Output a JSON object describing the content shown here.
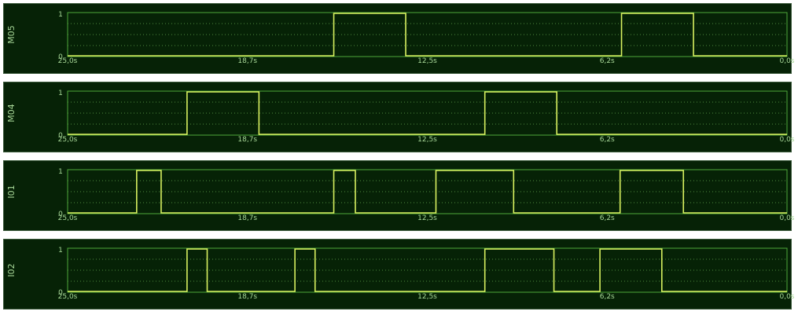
{
  "chart_data": [
    {
      "type": "step",
      "channel": "M05",
      "y_ticks": [
        "1",
        "0"
      ],
      "x_ticks": [
        "25,0s",
        "18,7s",
        "12,5s",
        "6,2s",
        "0,0s"
      ],
      "xlim": [
        25.0,
        0.0
      ],
      "ylim": [
        0,
        1
      ],
      "grid": "dotted horizontal",
      "pulses": [
        [
          15.75,
          13.25
        ],
        [
          5.75,
          3.25
        ]
      ]
    },
    {
      "type": "step",
      "channel": "M04",
      "y_ticks": [
        "1",
        "0"
      ],
      "x_ticks": [
        "25,0s",
        "18,7s",
        "12,5s",
        "6,2s",
        "0,0s"
      ],
      "xlim": [
        25.0,
        0.0
      ],
      "ylim": [
        0,
        1
      ],
      "grid": "dotted horizontal",
      "pulses": [
        [
          20.85,
          18.35
        ],
        [
          10.5,
          8.0
        ]
      ]
    },
    {
      "type": "step",
      "channel": "I01",
      "y_ticks": [
        "1",
        "0"
      ],
      "x_ticks": [
        "25,0s",
        "18,7s",
        "12,5s",
        "6,2s",
        "0,0s"
      ],
      "xlim": [
        25.0,
        0.0
      ],
      "ylim": [
        0,
        1
      ],
      "grid": "dotted horizontal",
      "pulses": [
        [
          22.6,
          21.75
        ],
        [
          15.75,
          15.0
        ],
        [
          12.2,
          9.5
        ],
        [
          5.8,
          3.6
        ]
      ]
    },
    {
      "type": "step",
      "channel": "I02",
      "y_ticks": [
        "1",
        "0"
      ],
      "x_ticks": [
        "25,0s",
        "18,7s",
        "12,5s",
        "6,2s",
        "0,0s"
      ],
      "xlim": [
        25.0,
        0.0
      ],
      "ylim": [
        0,
        1
      ],
      "grid": "dotted horizontal",
      "pulses": [
        [
          20.85,
          20.15
        ],
        [
          17.1,
          16.4
        ],
        [
          10.5,
          8.1
        ],
        [
          6.5,
          4.35
        ]
      ]
    }
  ],
  "colors": {
    "background": "#062206",
    "trace": "#d8f060",
    "frame": "#4fa83a",
    "grid": "#4e8a3e",
    "text": "#a8d898"
  }
}
